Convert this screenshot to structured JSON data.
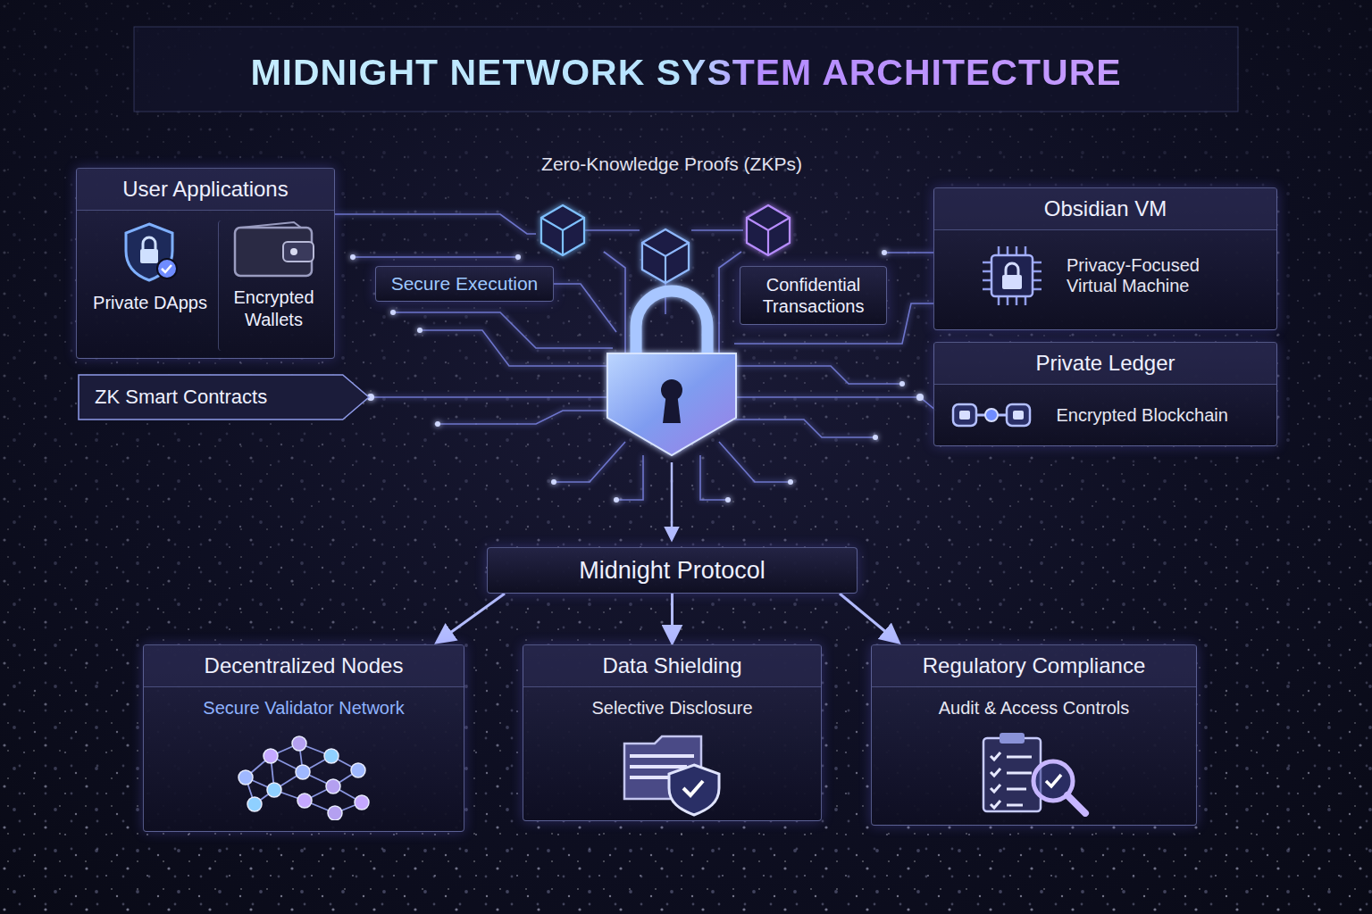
{
  "diagram": {
    "title": "MIDNIGHT NETWORK SYSTEM ARCHITECTURE",
    "nodes": [
      {
        "text": [
          "User Applications"
        ]
      },
      {
        "text": [
          "Private DApps"
        ],
        "in": 0
      },
      {
        "text": [
          "Encrypted Wallets"
        ],
        "in": 0
      },
      {
        "text": [
          "ZK Smart Contracts"
        ]
      },
      {
        "text": [
          "Secure Execution"
        ]
      },
      {
        "text": [
          "Confidential Transactions"
        ]
      },
      {
        "text": [
          "Obsidian VM",
          "Privacy-Focused Virtual Machine"
        ]
      },
      {
        "text": [
          "Private Ledger",
          "Encrypted Blockchain"
        ]
      },
      {
        "text": [
          "Midnight Protocol"
        ]
      },
      {
        "text": [
          "Decentralized Nodes",
          "Secure Validator Network"
        ]
      },
      {
        "text": [
          "Data Shielding",
          "Selective Disclosure"
        ]
      },
      {
        "text": [
          "Regulatory Compliance",
          "Audit & Access Controls"
        ]
      }
    ],
    "edges": [
      {
        "from": 8,
        "to": 9,
        "arrow": "to"
      },
      {
        "from": 8,
        "to": 10,
        "arrow": "to"
      },
      {
        "from": 8,
        "to": 11,
        "arrow": "to"
      }
    ],
    "labels": [
      "Zero-Knowledge Proofs (ZKPs)"
    ]
  }
}
